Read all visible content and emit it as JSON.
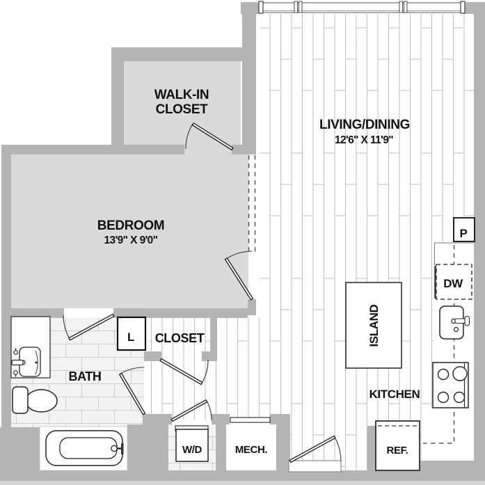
{
  "rooms": {
    "walk_in_closet": {
      "line1": "WALK-IN",
      "line2": "CLOSET"
    },
    "living_dining": {
      "label": "LIVING/DINING",
      "dimensions": "12'6\" X 11'9\""
    },
    "bedroom": {
      "label": "BEDROOM",
      "dimensions": "13'9\" X 9'0\""
    },
    "bath": {
      "label": "BATH"
    },
    "closet": {
      "label": "CLOSET"
    },
    "linen_closet": {
      "label": "L"
    },
    "kitchen": {
      "label": "KITCHEN"
    },
    "island": {
      "label": "ISLAND"
    },
    "mechanical": {
      "label": "MECH."
    }
  },
  "appliances": {
    "washer_dryer": {
      "label": "W/D"
    },
    "dishwasher": {
      "label": "DW"
    },
    "refrigerator": {
      "label": "REF."
    },
    "pantry": {
      "label": "P"
    }
  },
  "colors": {
    "wall": "#b2b4b6",
    "wall_light": "#d2d3d5",
    "room_floor": "#d9dadb",
    "tile_bg": "#f3f3f4",
    "outline": "#222222",
    "dash_color": "#555555",
    "floor_line": "#bcbec0",
    "tile_line": "#cbcdcf"
  }
}
